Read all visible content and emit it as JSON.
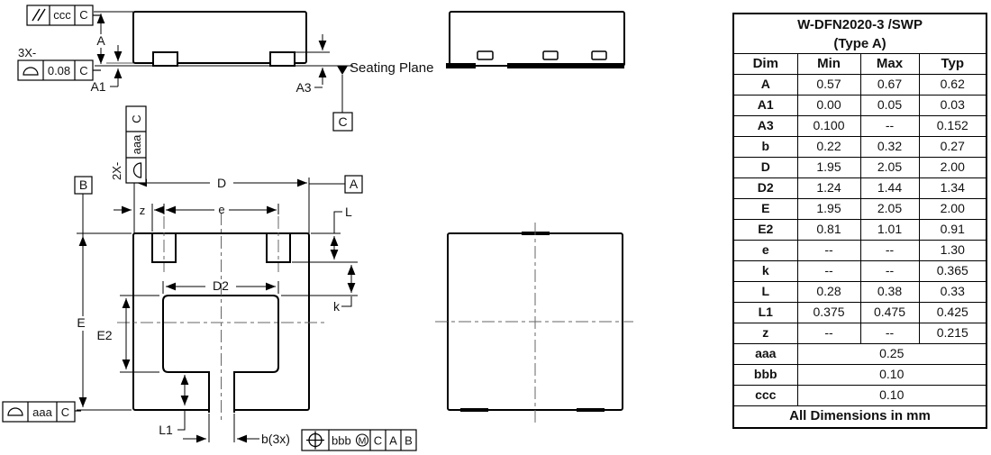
{
  "drawing": {
    "labels": {
      "three_x": "3X-",
      "two_x": "2X-",
      "dim_a": "A",
      "dim_a1": "A1",
      "dim_a3": "A3",
      "seating_plane": "Seating Plane",
      "dim_d": "D",
      "dim_d2": "D2",
      "dim_e_body": "E",
      "dim_e2": "E2",
      "dim_e_pitch": "e",
      "dim_z": "z",
      "dim_l": "L",
      "dim_l1": "L1",
      "dim_k": "k",
      "dim_b": "b(3x)"
    },
    "datums": {
      "a": "A",
      "b": "B",
      "c": "C"
    },
    "fcf_parallelism": {
      "symbol": "//",
      "tolerance": "ccc",
      "datum": "C"
    },
    "fcf_profile_3x": {
      "tolerance": "0.08",
      "datum": "C"
    },
    "fcf_profile_2x": {
      "tolerance": "aaa",
      "datum": "C"
    },
    "fcf_profile_bottom": {
      "tolerance": "aaa",
      "datum": "C"
    },
    "fcf_position": {
      "tolerance": "bbb",
      "modifier": "M",
      "datum1": "C",
      "datum2": "A",
      "datum3": "B"
    }
  },
  "table": {
    "title_line1": "W-DFN2020-3 /SWP",
    "title_line2": "(Type A)",
    "headers": [
      "Dim",
      "Min",
      "Max",
      "Typ"
    ],
    "rows": [
      {
        "dim": "A",
        "min": "0.57",
        "max": "0.67",
        "typ": "0.62"
      },
      {
        "dim": "A1",
        "min": "0.00",
        "max": "0.05",
        "typ": "0.03"
      },
      {
        "dim": "A3",
        "min": "0.100",
        "max": "--",
        "typ": "0.152"
      },
      {
        "dim": "b",
        "min": "0.22",
        "max": "0.32",
        "typ": "0.27"
      },
      {
        "dim": "D",
        "min": "1.95",
        "max": "2.05",
        "typ": "2.00"
      },
      {
        "dim": "D2",
        "min": "1.24",
        "max": "1.44",
        "typ": "1.34"
      },
      {
        "dim": "E",
        "min": "1.95",
        "max": "2.05",
        "typ": "2.00"
      },
      {
        "dim": "E2",
        "min": "0.81",
        "max": "1.01",
        "typ": "0.91"
      },
      {
        "dim": "e",
        "min": "--",
        "max": "--",
        "typ": "1.30"
      },
      {
        "dim": "k",
        "min": "--",
        "max": "--",
        "typ": "0.365"
      },
      {
        "dim": "L",
        "min": "0.28",
        "max": "0.38",
        "typ": "0.33"
      },
      {
        "dim": "L1",
        "min": "0.375",
        "max": "0.475",
        "typ": "0.425"
      },
      {
        "dim": "z",
        "min": "--",
        "max": "--",
        "typ": "0.215"
      }
    ],
    "tolerance_rows": [
      {
        "dim": "aaa",
        "value": "0.25"
      },
      {
        "dim": "bbb",
        "value": "0.10"
      },
      {
        "dim": "ccc",
        "value": "0.10"
      }
    ],
    "footer": "All Dimensions in mm"
  },
  "colors": {
    "line": "#000000",
    "centerline": "#666666",
    "background": "#ffffff"
  }
}
